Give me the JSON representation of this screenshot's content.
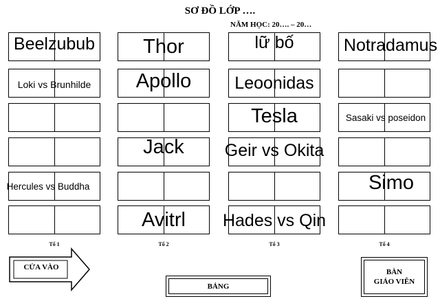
{
  "header": {
    "title": "SƠ ĐỒ LỚP ….",
    "school_year": "NĂM HỌC: 20…. – 20…"
  },
  "groups": [
    {
      "label": "Tổ 1",
      "desks": [
        "Beelzubub",
        "Loki vs Brunhilde",
        "",
        "",
        "Hercules vs Buddha",
        ""
      ]
    },
    {
      "label": "Tổ 2",
      "desks": [
        "Thor",
        "Apollo",
        "",
        "Jack",
        "",
        "Avitrl"
      ]
    },
    {
      "label": "Tổ 3",
      "desks": [
        "lữ bố",
        "Leoonidas",
        "Tesla",
        "Geir vs Okita",
        "",
        "Hades vs Qin"
      ]
    },
    {
      "label": "Tổ 4",
      "desks": [
        "Notradamus",
        "",
        "Sasaki vs poseidon",
        "",
        "Simo",
        ""
      ]
    }
  ],
  "entrance": {
    "label": "CỬA VÀO"
  },
  "board": {
    "label": "BẢNG"
  },
  "teacher_desk": {
    "line1": "BÀN",
    "line2": "GIÁO VIÊN"
  }
}
